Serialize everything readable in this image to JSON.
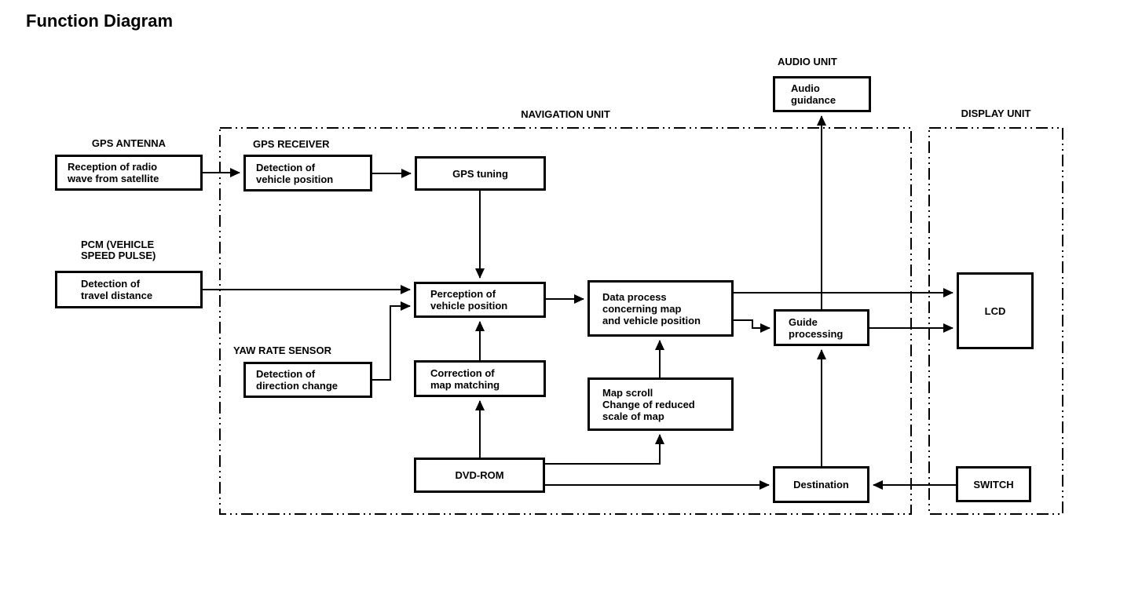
{
  "title": "Function Diagram",
  "colors": {
    "ink": "#000000",
    "background": "#ffffff"
  },
  "containers": {
    "navigation_unit": {
      "label": "NAVIGATION UNIT"
    },
    "display_unit": {
      "label": "DISPLAY UNIT"
    },
    "audio_unit": {
      "label": "AUDIO UNIT"
    }
  },
  "boxes": {
    "gps_antenna": {
      "label": "GPS ANTENNA",
      "text": "Reception of radio\nwave from satellite"
    },
    "gps_receiver": {
      "label": "GPS RECEIVER",
      "text": "Detection of\nvehicle position"
    },
    "gps_tuning": {
      "text": "GPS tuning"
    },
    "pcm": {
      "label": "PCM (VEHICLE\nSPEED PULSE)",
      "text": "Detection of\ntravel distance"
    },
    "perception": {
      "text": "Perception of\nvehicle position"
    },
    "data_process": {
      "text": "Data process\nconcerning map\nand vehicle position"
    },
    "guide_processing": {
      "text": "Guide\nprocessing"
    },
    "audio_guidance": {
      "text": "Audio\nguidance"
    },
    "yaw_rate_sensor": {
      "label": "YAW RATE SENSOR",
      "text": "Detection of\ndirection change"
    },
    "map_matching": {
      "text": "Correction of\nmap matching"
    },
    "map_scroll": {
      "text": "Map scroll\nChange of reduced\nscale of map"
    },
    "dvd_rom": {
      "text": "DVD-ROM"
    },
    "destination": {
      "text": "Destination"
    },
    "lcd": {
      "text": "LCD"
    },
    "switch": {
      "text": "SWITCH"
    }
  }
}
